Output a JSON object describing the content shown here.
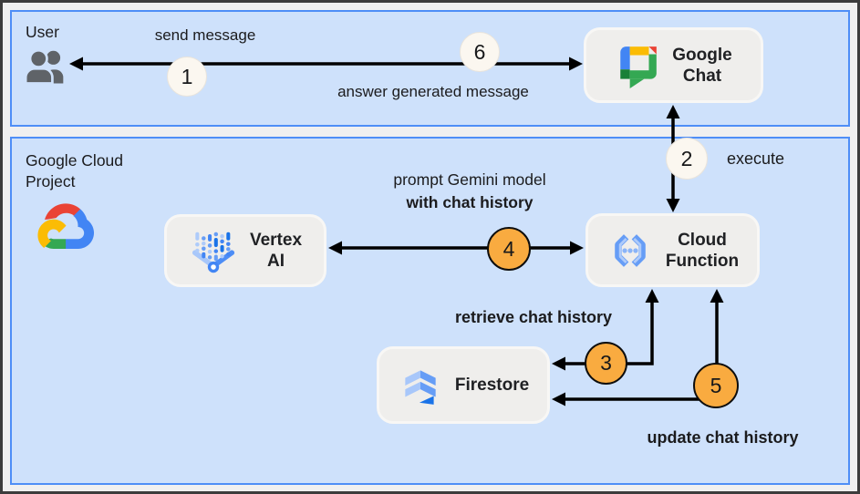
{
  "zones": {
    "user": {
      "label": "User"
    },
    "gcp": {
      "label_line1": "Google Cloud",
      "label_line2": "Project"
    }
  },
  "nodes": {
    "google_chat": {
      "line1": "Google",
      "line2": "Chat"
    },
    "vertex_ai": {
      "line1": "Vertex",
      "line2": "AI"
    },
    "cloud_function": {
      "line1": "Cloud",
      "line2": "Function"
    },
    "firestore": {
      "line1": "Firestore"
    }
  },
  "labels": {
    "send_message": "send message",
    "answer": "answer generated message",
    "execute": "execute",
    "prompt_line1": "prompt Gemini model",
    "prompt_line2": "with chat history",
    "retrieve": "retrieve chat history",
    "update": "update chat history"
  },
  "steps": [
    {
      "number": "1",
      "style": "light"
    },
    {
      "number": "2",
      "style": "light"
    },
    {
      "number": "3",
      "style": "orange"
    },
    {
      "number": "4",
      "style": "orange"
    },
    {
      "number": "5",
      "style": "orange"
    },
    {
      "number": "6",
      "style": "light"
    }
  ],
  "icons": {
    "user": "users-group-icon",
    "google_chat": "google-chat-logo-icon",
    "google_cloud": "google-cloud-logo-icon",
    "vertex_ai": "vertex-ai-icon",
    "cloud_function": "cloud-functions-icon",
    "firestore": "firestore-icon"
  },
  "colors": {
    "zone_fill": "#cee1fb",
    "zone_border": "#4e8ef7",
    "node_fill": "#efeeec",
    "step_light": "#fbf7f0",
    "step_orange": "#f9ab40",
    "arrow": "#000000",
    "text": "#202124",
    "google_blue": "#4285f4",
    "google_red": "#ea4335",
    "google_yellow": "#fbbc05",
    "google_green": "#34a853"
  }
}
